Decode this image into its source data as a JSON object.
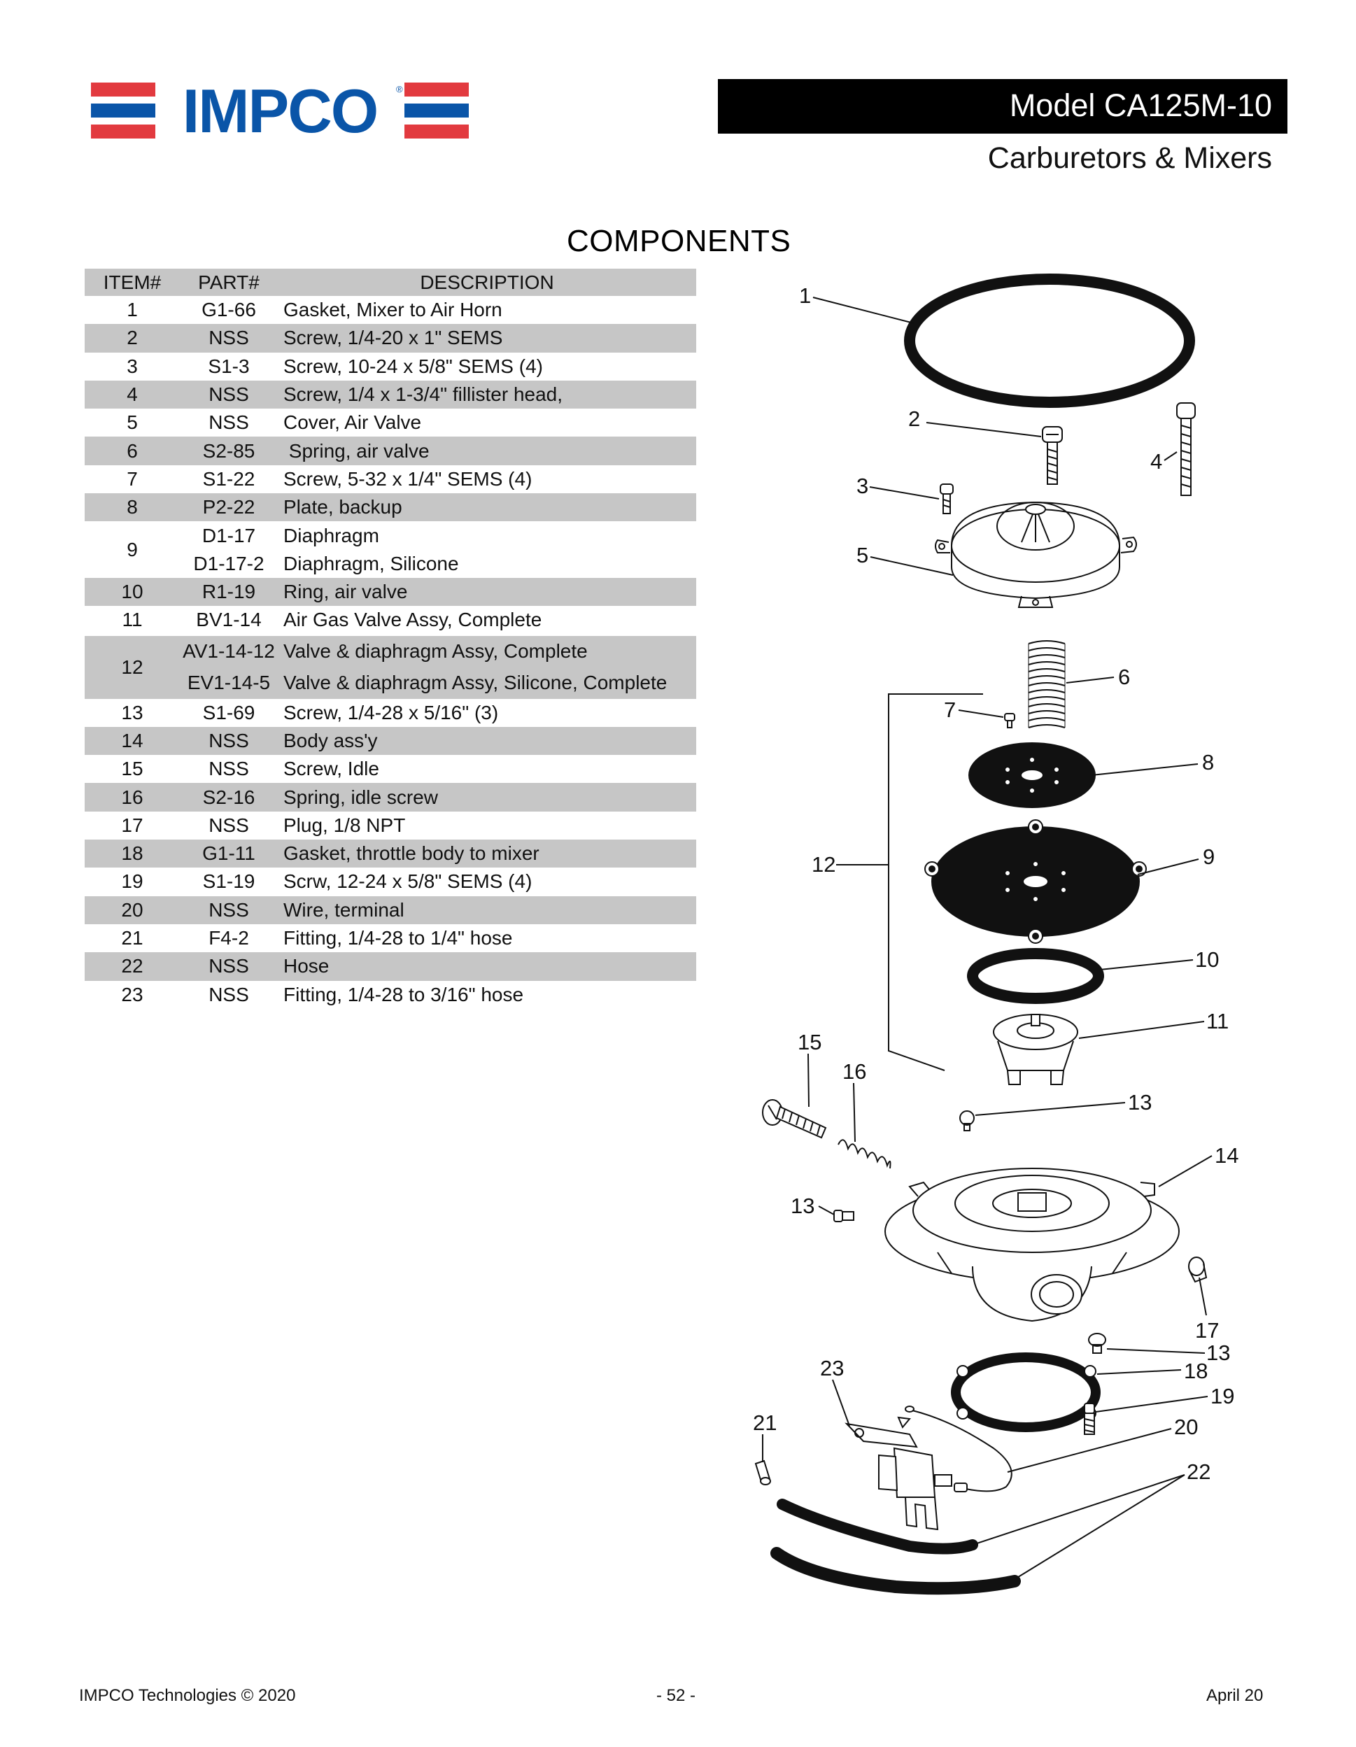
{
  "header": {
    "logo_text": "IMPCO",
    "model_title": "Model CA125M-10",
    "subtitle": "Carburetors & Mixers"
  },
  "brand_colors": {
    "red": "#e23a3f",
    "blue": "#0a55a8",
    "banner": "#000000"
  },
  "section_title": "COMPONENTS",
  "table": {
    "headers": {
      "item": "ITEM#",
      "part": "PART#",
      "description": "DESCRIPTION"
    },
    "rows": [
      {
        "item": "1",
        "part": "G1-66",
        "desc": "Gasket, Mixer to Air Horn"
      },
      {
        "item": "2",
        "part": "NSS",
        "desc": "Screw, 1/4-20 x 1\" SEMS"
      },
      {
        "item": "3",
        "part": "S1-3",
        "desc": "Screw, 10-24 x 5/8\" SEMS (4)"
      },
      {
        "item": "4",
        "part": "NSS",
        "desc": "Screw, 1/4 x 1-3/4\" fillister head,"
      },
      {
        "item": "5",
        "part": "NSS",
        "desc": "Cover, Air Valve"
      },
      {
        "item": "6",
        "part": "S2-85",
        "desc": " Spring, air valve"
      },
      {
        "item": "7",
        "part": "S1-22",
        "desc": "Screw, 5-32 x 1/4\" SEMS (4)"
      },
      {
        "item": "8",
        "part": "P2-22",
        "desc": "Plate, backup"
      },
      {
        "item": "9",
        "part": "D1-17",
        "desc": "Diaphragm",
        "part2": "D1-17-2",
        "desc2": "Diaphragm, Silicone"
      },
      {
        "item": "10",
        "part": "R1-19",
        "desc": "Ring, air valve"
      },
      {
        "item": "11",
        "part": "BV1-14",
        "desc": "Air Gas Valve Assy, Complete"
      },
      {
        "item": "12",
        "part": "AV1-14-12",
        "desc": "Valve & diaphragm Assy, Complete",
        "part2": "EV1-14-5",
        "desc2": "Valve & diaphragm Assy, Silicone, Complete"
      },
      {
        "item": "13",
        "part": "S1-69",
        "desc": "Screw, 1/4-28 x 5/16\" (3)"
      },
      {
        "item": "14",
        "part": "NSS",
        "desc": "Body ass'y"
      },
      {
        "item": "15",
        "part": "NSS",
        "desc": "Screw, Idle"
      },
      {
        "item": "16",
        "part": "S2-16",
        "desc": "Spring, idle screw"
      },
      {
        "item": "17",
        "part": "NSS",
        "desc": "Plug, 1/8 NPT"
      },
      {
        "item": "18",
        "part": "G1-11",
        "desc": "Gasket, throttle body to mixer"
      },
      {
        "item": "19",
        "part": "S1-19",
        "desc": "Scrw, 12-24 x 5/8\" SEMS (4)"
      },
      {
        "item": "20",
        "part": "NSS",
        "desc": "Wire, terminal"
      },
      {
        "item": "21",
        "part": "F4-2",
        "desc": "Fitting, 1/4-28 to 1/4\" hose"
      },
      {
        "item": "22",
        "part": "NSS",
        "desc": "Hose"
      },
      {
        "item": "23",
        "part": "NSS",
        "desc": "Fitting, 1/4-28 to 3/16\" hose"
      }
    ]
  },
  "diagram": {
    "callouts": [
      "1",
      "2",
      "3",
      "4",
      "5",
      "6",
      "7",
      "8",
      "9",
      "10",
      "11",
      "12",
      "13",
      "14",
      "15",
      "16",
      "13",
      "17",
      "13",
      "18",
      "19",
      "20",
      "21",
      "22",
      "23"
    ]
  },
  "footer": {
    "left": "IMPCO Technologies © 2020",
    "center": "- 52 -",
    "right": "April 20"
  }
}
